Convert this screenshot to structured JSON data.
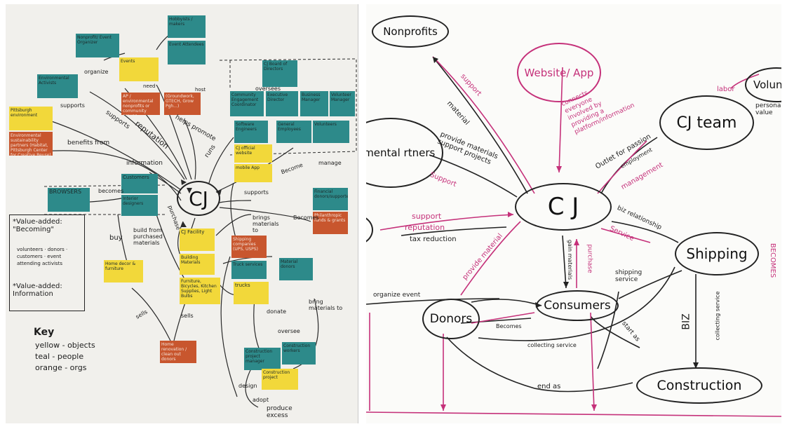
{
  "left_photo": {
    "notes": {
      "hobbyists": "Hobbyists / makers",
      "event_attendees": "Event Attendees",
      "nonprofit_event_organizer": "Nonprofit/ Event Organizer",
      "events": "Events",
      "env_activists": "Environmental Activists",
      "pittsburgh_env": "Pittsburgh environment",
      "env_orgs": "Environmental sustainability partners (Habitat, Pittsburgh Center for Creative Reuse)",
      "ap_orgs": "AP / environmental nonprofits or community groups",
      "local_orgs": "(Groundwork, GTECH, Grow Pgh...)",
      "cj_board": "CJ Board of Directors",
      "community_engagement": "Community Engagement Coordinator",
      "executive_director": "Executive Director",
      "business_manager": "Business Manager",
      "volunteer_manager": "Volunteer Manager",
      "software_engineers": "Software Engineers",
      "general_employees": "General Employees",
      "volunteers": "Volunteers",
      "cj_website": "CJ official website",
      "mobile_app": "mobile App",
      "browsers": "BROWSERS",
      "customers": "Customers",
      "interior_designers": "Interior designers",
      "financial_donors": "Financial donors/supporters",
      "philanthropic_funds": "Philanthropic funds & grants",
      "cj_facility": "CJ Facility",
      "building_materials": "Building Materials",
      "furniture_note": "Furniture, Bicycles, Kitchen Supplies, Light Bulbs",
      "home_decor": "Home decor & furniture",
      "shipping_companies": "Shipping companies (UPS, USPS)",
      "truck_services": "Truck services",
      "material_donors": "Material donors",
      "trucks": "trucks",
      "homeowners": "Home renovation / clean out donors",
      "construction_manager": "Construction project manager",
      "construction_workers": "Construction workers",
      "construction_project": "Construction project"
    },
    "labels": {
      "cj": "CJ",
      "organize": "organize",
      "supports": "supports",
      "reputation": "reputation",
      "supports2": "supports",
      "helps_promote": "helps promote",
      "runs": "runs",
      "need": "need",
      "host": "host",
      "benefits_from": "benefits from",
      "information": "information",
      "becomes": "becomes",
      "become": "Become",
      "manage": "manage",
      "oversees": "oversees",
      "supports3": "supports",
      "purchase": "purchase",
      "build_from": "build from purchased materials",
      "buy": "buy",
      "brings_materials_to": "brings materials to",
      "becomes2": "Becomes",
      "donate": "donate",
      "bring_materials_to": "bring materials to",
      "sells": "sells",
      "sells2": "sells",
      "oversee": "oversee",
      "design": "design",
      "adopt": "adopt",
      "produce_excess": "produce excess",
      "value_title": "*Value-added: \"Becoming\"",
      "value_list": "volunteers · donors · customers · event attending activists",
      "value_info": "*Value-added: Information",
      "key_title": "Key",
      "key_yellow": "yellow - objects",
      "key_teal": "teal - people",
      "key_orange": "orange - orgs"
    }
  },
  "right_photo": {
    "nodes": {
      "nonprofits": "Nonprofits",
      "website": "Website/ App",
      "volunteers": "Volun",
      "env_partners": "ronmental rtners",
      "cj_team": "CJ team",
      "cj": "C J",
      "shipping": "Shipping",
      "donors": "Donors",
      "consumers": "Consumers",
      "construction": "Construction"
    },
    "labels": {
      "support": "support",
      "material": "material",
      "connects": "connects everyone involved by providing a platform/information",
      "labor": "labor",
      "personal_value": "personal value",
      "outlet_passion": "Outlet for passion",
      "employment": "employment",
      "management": "management",
      "provide_materials": "provide materials support projects",
      "support2": "Support",
      "support3": "support",
      "reputation": "reputation",
      "tax_reduction": "tax reduction",
      "biz_relationship": "biz relationship",
      "service": "Service",
      "shipping_service": "shipping service",
      "gain_materials": "gain materials",
      "purchase": "purchase",
      "provide_material": "provide material",
      "organize_event": "organize event",
      "becomes": "Becomes",
      "collecting_service": "collecting service",
      "start_as": "start as",
      "biz": "BIZ",
      "collecting_service2": "collecting service",
      "end_as": "end as",
      "becomes_edge": "BECOMES"
    }
  },
  "colors": {
    "teal": "#2d8a8a",
    "yellow": "#f2d83a",
    "orange": "#c8562e",
    "pink_marker": "#c5317a",
    "black_marker": "#222222"
  }
}
